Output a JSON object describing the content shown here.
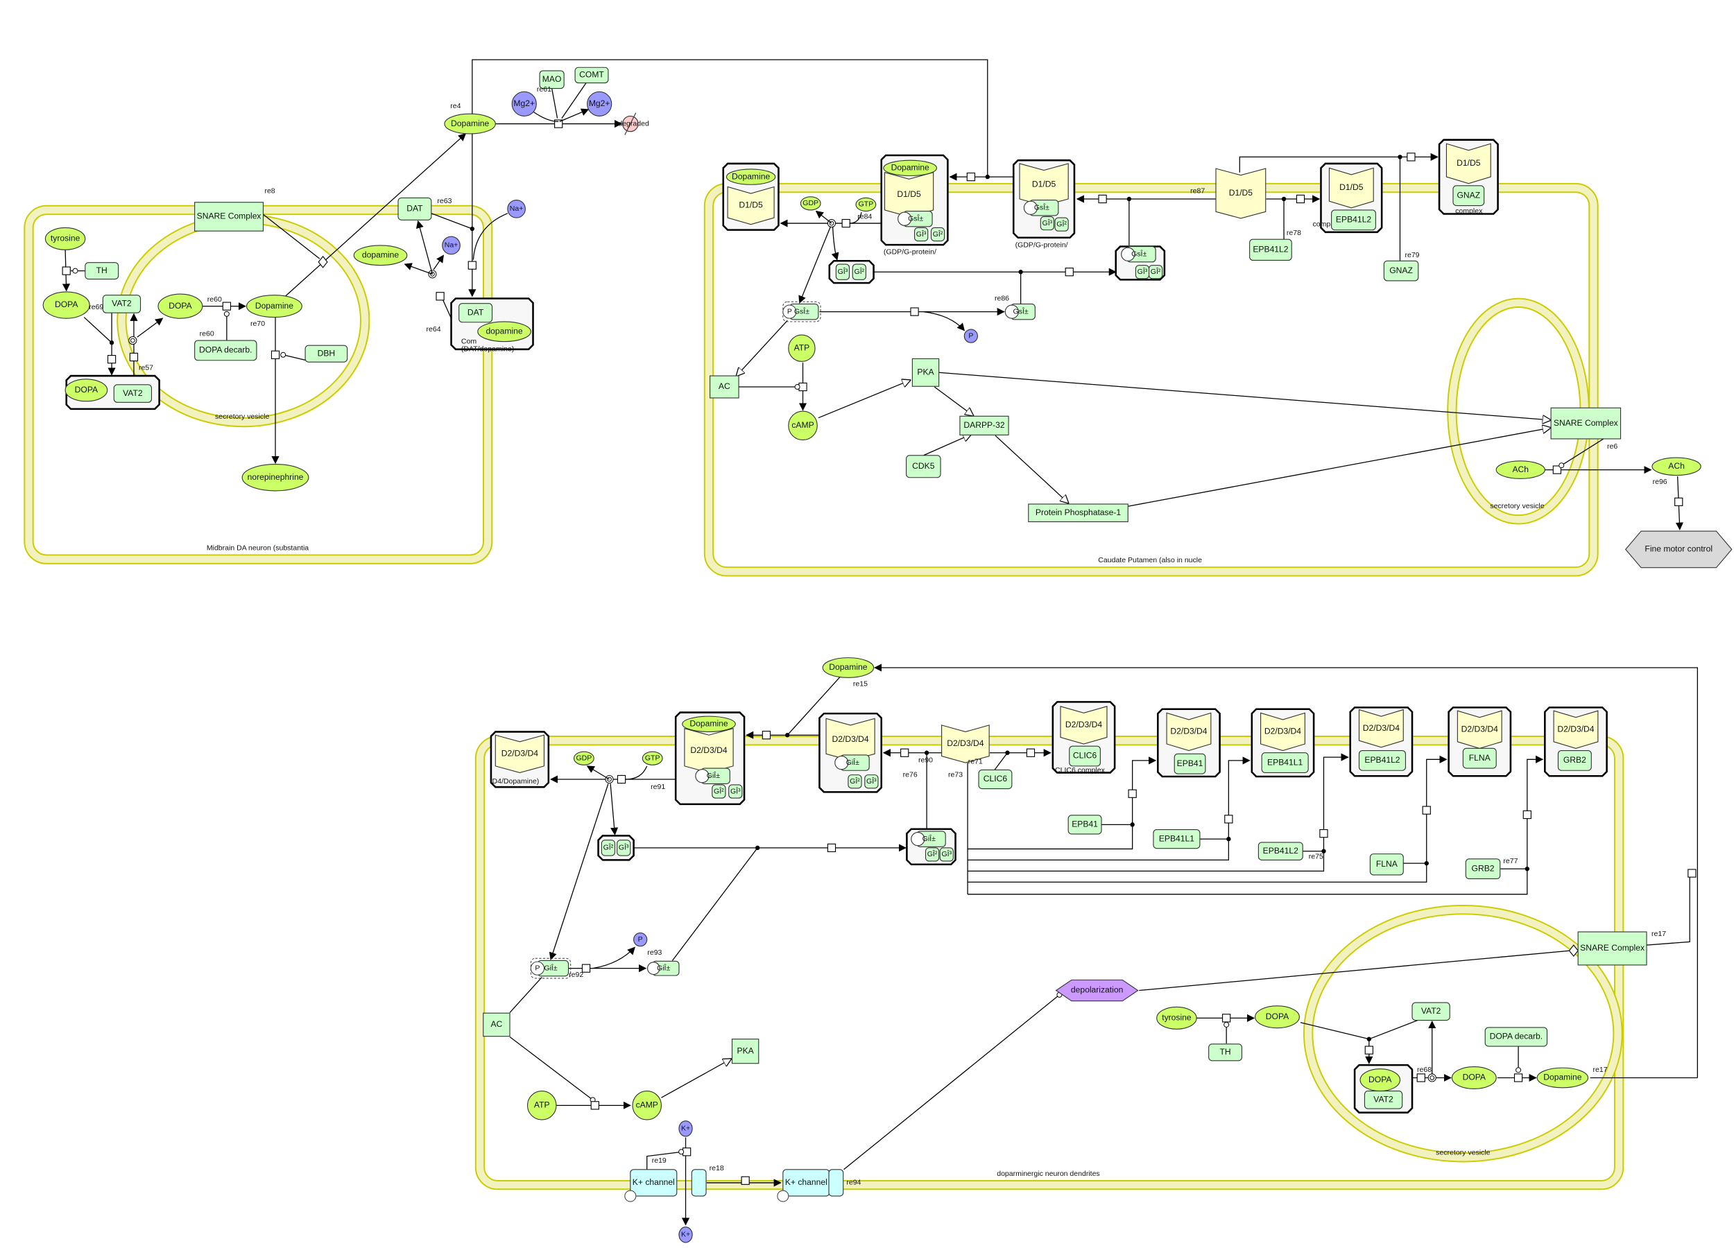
{
  "compartments": {
    "midbrain": "Midbrain DA neuron (substantia",
    "vesicle_top": "secretory vesicle",
    "caudate": "Caudate Putamen (also in nucle",
    "vesicle_right": "secretory vesicle",
    "dendrites": "doparminergic neuron dendrites",
    "vesicle_bottom": "secretory vesicle"
  },
  "species": {
    "tyr1": "tyrosine",
    "th1": "TH",
    "dopa1": "DOPA",
    "vat2a": "VAT2",
    "dopa2": "DOPA",
    "da1": "Dopamine",
    "ddc1": "DOPA decarb.",
    "dbh1": "DBH",
    "ne1": "norepinephrine",
    "dopa3": "DOPA",
    "vat2b": "VAT2",
    "snare1": "SNARE Complex",
    "dat1": "DAT",
    "na1": "Na+",
    "na2": "Na+",
    "dopamine1": "dopamine",
    "dat2": "DAT",
    "dopamine2": "dopamine",
    "da2": "Dopamine",
    "mg1": "Mg2+",
    "mao": "MAO",
    "comt": "COMT",
    "mg2": "Mg2+",
    "deg1": "degraded",
    "da3": "Dopamine",
    "rc1": "D1/D5",
    "gdp1": "GDP",
    "gtp1": "GTP",
    "da4": "Dopamine",
    "rc2": "D1/D5",
    "gs1": "GsÎ±",
    "gb1": "GÎ³",
    "gg1": "GÎ²",
    "rc3": "D1/D5",
    "gs2": "GsÎ±",
    "gb2": "GÎ³",
    "gg2": "GÎ²",
    "gb3": "GÎ³",
    "gg3": "GÎ²",
    "gs3": "GsÎ±",
    "gb4": "GÎ³",
    "gg4": "GÎ²",
    "gsP": "GsÎ±",
    "gs4": "GsÎ±",
    "p1": "P",
    "atp1": "ATP",
    "ac1": "AC",
    "camp1": "cAMP",
    "pka1": "PKA",
    "darpp": "DARPP-32",
    "cdk5": "CDK5",
    "pp1": "Protein Phosphatase-1",
    "rc4": "D1/D5",
    "rc5": "D1/D5",
    "epbin": "EPB41L2",
    "epb41l2a": "EPB41L2",
    "rc6": "D1/D5",
    "gnazin": "GNAZ",
    "gnaz1": "GNAZ",
    "snare2": "SNARE Complex",
    "ach1": "ACh",
    "ach2": "ACh",
    "fmc": "Fine motor control",
    "da5": "Dopamine",
    "rc7": "D2/D3/D4",
    "gdp2": "GDP",
    "gtp2": "GTP",
    "da6": "Dopamine",
    "rc8": "D2/D3/D4",
    "gi1": "GiÎ±",
    "gb5": "GÎ²",
    "gg5": "GÎ³",
    "rc9": "D2/D3/D4",
    "gi2": "GiÎ±",
    "gb6": "GÎ²",
    "gg6": "GÎ³",
    "rc10": "D2/D3/D4",
    "rc11": "D2/D3/D4",
    "clic6in": "CLIC6",
    "clic6": "CLIC6",
    "rc12": "D2/D3/D4",
    "e41in": "EPB41",
    "e41": "EPB41",
    "rc13": "D2/D3/D4",
    "e41l1in": "EPB41L1",
    "e41l1": "EPB41L1",
    "rc14": "D2/D3/D4",
    "e41l2in": "EPB41L2",
    "e41l2": "EPB41L2",
    "rc15": "D2/D3/D4",
    "flnain": "FLNA",
    "flna": "FLNA",
    "rc16": "D2/D3/D4",
    "grb2in": "GRB2",
    "grb2": "GRB2",
    "gb7": "GÎ²",
    "gg7": "GÎ³",
    "gi3": "GiÎ±",
    "gb8": "GÎ²",
    "gg8": "GÎ³",
    "giP": "GiÎ±",
    "gi4": "GiÎ±",
    "p2": "P",
    "ac2": "AC",
    "pka2": "PKA",
    "atp2": "ATP",
    "camp2": "cAMP",
    "kp1": "K+",
    "kp2": "K+",
    "kch1": "K+ channel",
    "kch2": "K+ channel",
    "depol": "depolarization",
    "tyr2": "tyrosine",
    "th2": "TH",
    "dopa4": "DOPA",
    "vat2c": "VAT2",
    "dopa5": "DOPA",
    "vat2d": "VAT2",
    "dopa6": "DOPA",
    "ddc2": "DOPA decarb.",
    "da7": "Dopamine",
    "snare3": "SNARE Complex"
  },
  "complex_labels": {
    "cx_dat_a": "Com",
    "cx_dat_b": "(DAT/dopamine)",
    "cx_d1b": "(GDP/G-protein/",
    "cx_d1c": "(GDP/G-protein/",
    "cx_epb": "comp",
    "cx_gnaz": "complex",
    "cx_d2a": "D4/Dopamine)",
    "cx_clic": "CLIC6 complex"
  },
  "state_labels": {
    "phospho": "P"
  },
  "reactions": [
    "re8",
    "re63",
    "re69",
    "re57",
    "re60",
    "re60",
    "re70",
    "re64",
    "re4",
    "re61",
    "re84",
    "re86",
    "re87",
    "re78",
    "re79",
    "re6",
    "re96",
    "re15",
    "re91",
    "re90",
    "re76",
    "re71",
    "re73",
    "re75",
    "re77",
    "re92",
    "re93",
    "re19",
    "re18",
    "re94",
    "re68",
    "re17",
    "re17"
  ],
  "colors": {
    "simple_molecule": "#ccff66",
    "protein": "#ccffcc",
    "receptor": "#ffffcc",
    "ion": "#9999ff",
    "complex": "#f7f7f7",
    "compartment": "#cccc00",
    "compartment_fill": "#f2f2c0",
    "phenotype": "#d9d9d9",
    "depolarization": "#cc99ff",
    "channel": "#ccffff",
    "degraded": "#ffcccc"
  }
}
